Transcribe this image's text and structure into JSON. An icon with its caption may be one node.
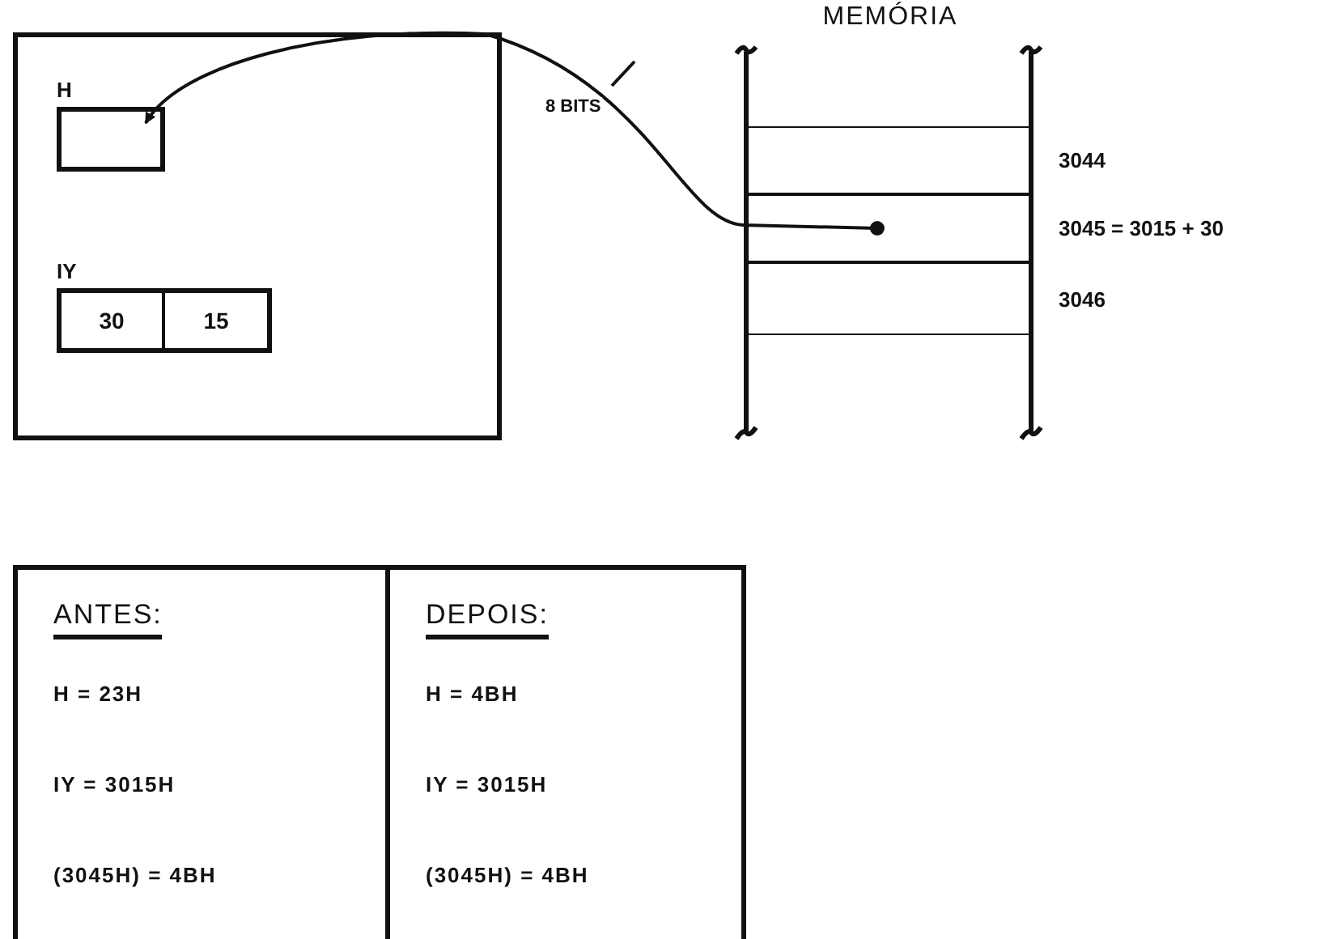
{
  "diagram": {
    "nodes": [
      {
        "text": [],
        "shape": "box"
      },
      {
        "text": [
          "H"
        ],
        "in": 0
      },
      {
        "text": [
          "IY"
        ],
        "in": 0
      },
      {
        "text": [
          "30"
        ],
        "in": 2
      },
      {
        "text": [
          "15"
        ],
        "in": 2
      },
      {
        "text": [
          "MEMÓRIA"
        ]
      },
      {
        "text": [],
        "shape": "box",
        "in": 5,
        "beside": [
          "3044"
        ]
      },
      {
        "text": [],
        "shape": "box",
        "in": 5,
        "beside": [
          "3045 = 3015 + 30"
        ]
      },
      {
        "text": [],
        "shape": "box",
        "in": 5,
        "beside": [
          "3046"
        ]
      },
      {
        "text": [],
        "shape": "box"
      },
      {
        "text": [
          "ANTES:",
          "H = 23H",
          "IY = 3015H",
          "(3045H) = 4BH"
        ],
        "in": 9
      },
      {
        "text": [
          "DEPOIS:",
          "H = 4BH",
          "IY = 3015H",
          "(3045H) = 4BH"
        ],
        "in": 9
      }
    ],
    "edges": [
      {
        "from": 7,
        "to": 1,
        "arrow": "to",
        "label": "8 BITS"
      }
    ]
  }
}
